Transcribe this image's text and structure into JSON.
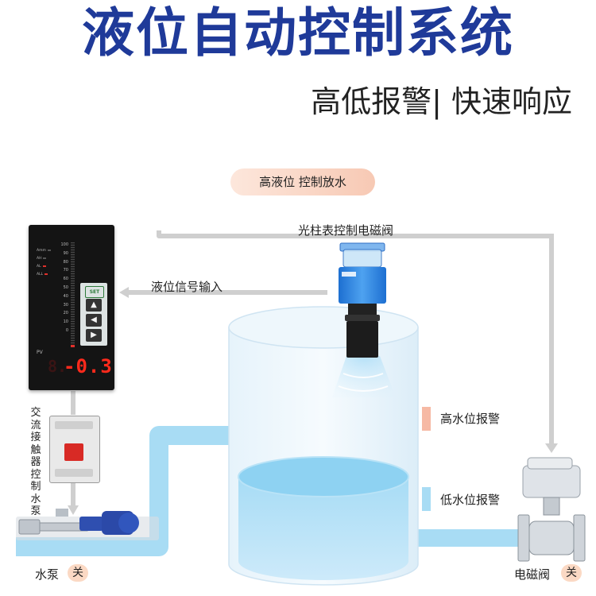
{
  "title": "液位自动控制系统",
  "subtitle": "高低报警| 快速响应",
  "pill_label": "高液位 控制放水",
  "labels": {
    "solenoid_control": "光柱表控制电磁阀",
    "signal_input": "液位信号输入",
    "high_alarm": "高水位报警",
    "low_alarm": "低水位报警",
    "contactor": "交流接触器控制水泵",
    "pump": "水泵",
    "pump_state": "关",
    "valve": "电磁阀",
    "valve_state": "关"
  },
  "instrument": {
    "scale_ticks": [
      "100",
      "90",
      "80",
      "70",
      "60",
      "50",
      "40",
      "30",
      "20",
      "10",
      "0"
    ],
    "indicators": [
      "Amm",
      "AH",
      "AL",
      "ALL"
    ],
    "set_key": "SET",
    "keys": [
      "▲",
      "◀",
      "▶"
    ],
    "pv_label": "PV",
    "ghost_digits": "8.",
    "readout": "-0.3",
    "bar_level_percent": 2
  },
  "colors": {
    "title": "#1f3a99",
    "pipe": "#a8dcf4",
    "wire": "#c9c9c9",
    "water": "#7fc9ee",
    "readout": "#ff2a1c",
    "high_marker": "#f6b9a4",
    "low_marker": "#a8dcf4"
  }
}
